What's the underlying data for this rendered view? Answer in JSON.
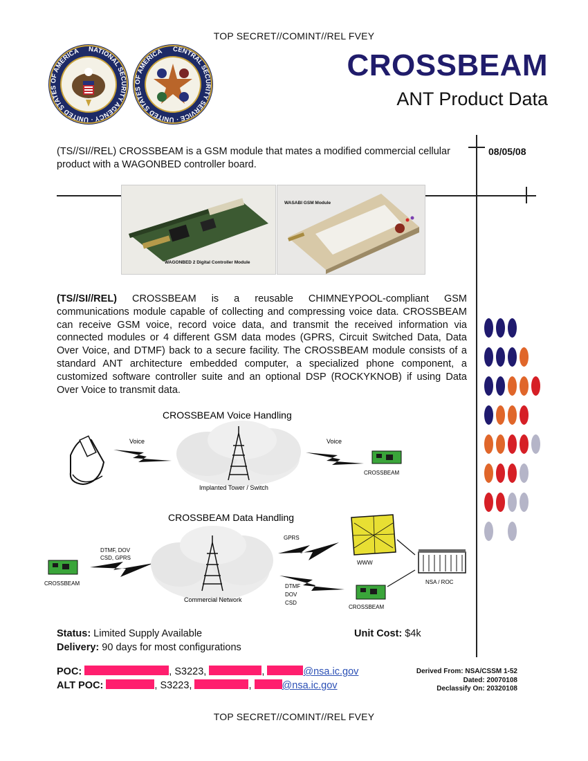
{
  "classification": {
    "top": "TOP SECRET//COMINT//REL FVEY",
    "bottom": "TOP SECRET//COMINT//REL FVEY"
  },
  "seals": {
    "nsa": {
      "text": "NATIONAL SECURITY AGENCY · UNITED STATES OF AMERICA"
    },
    "css": {
      "text": "CENTRAL SECURITY SERVICE · UNITED STATES OF AMERICA"
    }
  },
  "header": {
    "title": "CROSSBEAM",
    "subtitle": "ANT Product Data",
    "date": "08/05/08"
  },
  "intro": "(TS//SI//REL) CROSSBEAM is a GSM module that mates a modified commercial cellular product with a WAGONBED controller board.",
  "photo": {
    "left_caption": "WAGONBED 2 Digital Controller Module",
    "right_caption": "WASABI GSM Module"
  },
  "description": {
    "marking": "(TS//SI//REL)",
    "text": " CROSSBEAM is a reusable CHIMNEYPOOL-compliant GSM communications module capable of collecting and compressing voice data. CROSSBEAM can receive GSM voice, record voice data, and transmit the received information via connected modules or 4 different GSM data modes (GPRS, Circuit Switched Data, Data Over Voice, and DTMF) back to a secure facility.  The CROSSBEAM module consists of a standard ANT architecture embedded computer, a specialized phone component, a customized software controller suite and an optional DSP (ROCKYKNOB) if using Data Over Voice to transmit data."
  },
  "diagram": {
    "voice_title": "CROSSBEAM Voice Handling",
    "voice_left": "Voice",
    "voice_right": "Voice",
    "tower1": "Implanted Tower / Switch",
    "crossbeam": "CROSSBEAM",
    "data_title": "CROSSBEAM Data Handling",
    "dtmf_dov_1": "DTMF, DOV",
    "dtmf_dov_2": "CSD, GPRS",
    "gprs": "GPRS",
    "www": "WWW",
    "tower2": "Commercial Network",
    "nsa_roc": "NSA / ROC",
    "dtmf": "DTMF",
    "dov": "DOV",
    "csd": "CSD"
  },
  "status": {
    "status_label": "Status:",
    "status_value": " Limited Supply Available",
    "delivery_label": "Delivery:",
    "delivery_value": " 90 days for most configurations",
    "cost_label": "Unit Cost:",
    "cost_value": " $4k"
  },
  "poc": {
    "poc_label": "POC:",
    "alt_label": "ALT POC:",
    "s1": ", S3223, ",
    "s2": ", S3223, ",
    "comma": ",",
    "email1": "@nsa.ic.gov",
    "email2": "@nsa.ic.gov"
  },
  "derived": {
    "line1": "Derived From: NSA/CSSM 1-52",
    "line2": "Dated: 20070108",
    "line3": "Declassify On: 20320108"
  },
  "colors": {
    "navy": "#201c6b",
    "dot_blue": "#1f1a6e",
    "dot_orange": "#e0662a",
    "dot_red": "#d61f26",
    "dot_gray": "#b5b5c8",
    "redaction": "#ff1e6e"
  },
  "dot_grid": [
    [
      "blue",
      "blue",
      "blue"
    ],
    [
      "blue",
      "blue",
      "blue",
      "orange"
    ],
    [
      "blue",
      "blue",
      "orange",
      "orange",
      "red"
    ],
    [
      "blue",
      "orange",
      "orange",
      "red"
    ],
    [
      "orange",
      "orange",
      "red",
      "red",
      "gray"
    ],
    [
      "orange",
      "red",
      "red",
      "gray"
    ],
    [
      "red",
      "red",
      "gray",
      "gray"
    ],
    [
      "gray",
      "",
      "gray"
    ]
  ]
}
